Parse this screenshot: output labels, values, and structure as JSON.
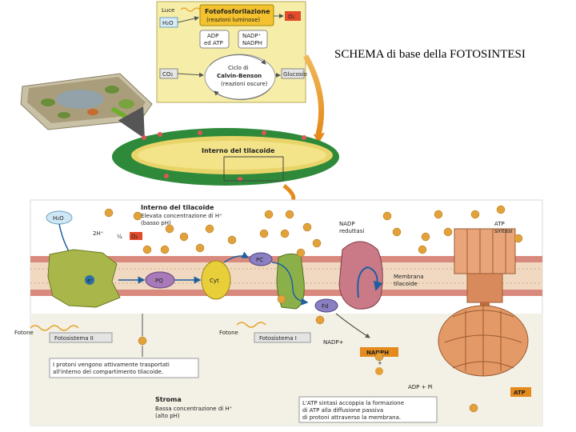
{
  "slide": {
    "title": "SCHEMA di base della FOTOSINTESI"
  },
  "top_panel": {
    "luce": "Luce",
    "h2o": "H₂O",
    "o2": "O₂",
    "photophos_title": "Fotofosforilazione",
    "photophos_sub": "(reazioni luminose)",
    "adp": "ADP",
    "adp2": "ed ATP",
    "nadp": "NADP⁺",
    "nadph": "NADPH",
    "co2": "CO₂",
    "calvin1": "Ciclo di",
    "calvin2": "Calvin-Benson",
    "calvin3": "(reazioni oscure)",
    "glucosio": "Glucosio"
  },
  "thylakoid": {
    "label": "Interno del tilacoide"
  },
  "membrane_panel": {
    "interior_title": "Interno del tilacoide",
    "interior_sub1": "Elevata concentrazione di H⁺",
    "interior_sub2": "(basso pH)",
    "h2o": "H₂O",
    "two_h": "2H⁺",
    "half": "½",
    "o2": "O₂",
    "e": "e⁻",
    "pq": "PQ",
    "cyt": "Cyt",
    "pc": "PC",
    "fd": "Fd",
    "nadp_red1": "NADP",
    "nadp_red2": "reduttasi",
    "atp_syn1": "ATP",
    "atp_syn2": "sintasi",
    "membrane1": "Membrana",
    "membrane2": "tilacoide",
    "fotone": "Fotone",
    "ps2": "Fotosistema II",
    "ps1": "Fotosistema I",
    "nadp_plus": "NADP+",
    "nadph": "NADPH",
    "plus": "+",
    "h": "H⁺",
    "adp_pi": "ADP + Pi",
    "atp": "ATP",
    "note1_l1": "I protoni vengono attivamente trasportati",
    "note1_l2": "all'interno del compartimento tilacoide.",
    "stroma_title": "Stroma",
    "stroma_l1": "Bassa concentrazione di H⁺",
    "stroma_l2": "(alto pH)",
    "note2_l1": "L'ATP sintasi accoppia la formazione",
    "note2_l2": "di ATP alla diffusione passiva",
    "note2_l3": "di protoni attraverso la membrana."
  },
  "colors": {
    "membrane_head": "#d98a7e",
    "ps2": "#a8b64a",
    "cyt": "#e8cf3a",
    "ps1": "#8bb04a",
    "nadp_reductase": "#c97a86",
    "atp_synthase": "#e39a66",
    "proton_badge": "#e3a13a",
    "stroma_bg": "#f3f0e6",
    "top_panel_bg": "#f6eea8"
  },
  "icons": [
    "sun-icon",
    "arrow-icon",
    "chloroplast-icon",
    "cell-icon",
    "proton-icon"
  ]
}
